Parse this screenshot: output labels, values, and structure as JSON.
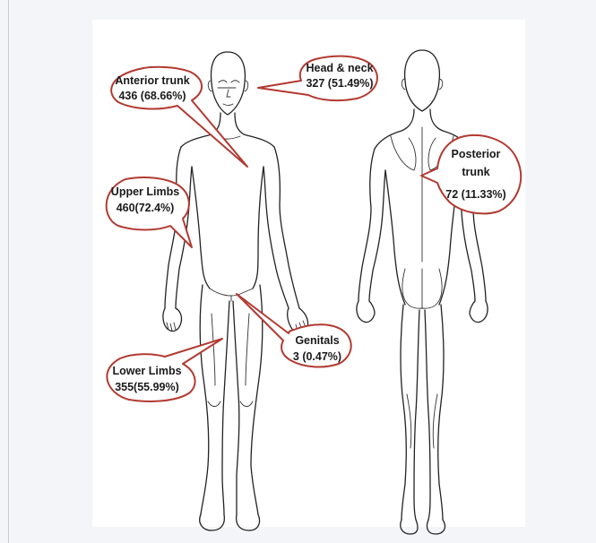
{
  "colors": {
    "callout_border": "#b23a32",
    "outline": "#222222",
    "panel": "#ffffff",
    "page_background": "#f4f5f8"
  },
  "regions": {
    "anterior_trunk": {
      "name": "Anterior trunk",
      "value": "436 (68.66%)"
    },
    "head_neck": {
      "name": "Head & neck",
      "value": "327 (51.49%)"
    },
    "upper_limbs": {
      "name": "Upper Limbs",
      "value": "460(72.4%)"
    },
    "posterior_trunk": {
      "name_line1": "Posterior",
      "name_line2": "trunk",
      "value": "72 (11.33%)"
    },
    "genitals": {
      "name": "Genitals",
      "value": "3 (0.47%)"
    },
    "lower_limbs": {
      "name": "Lower Limbs",
      "value": "355(55.99%)"
    }
  }
}
